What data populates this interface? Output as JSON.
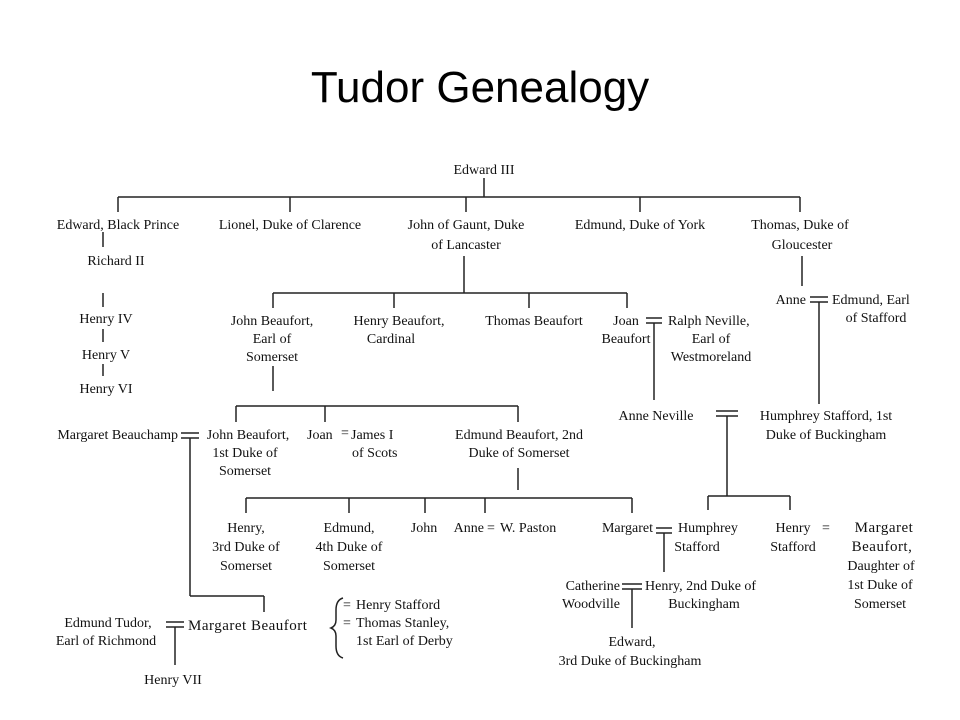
{
  "title": "Tudor Genealogy",
  "people": {
    "edward_iii": "Edward III",
    "black_prince_1": "Edward, Black Prince",
    "lionel": "Lionel, Duke of Clarence",
    "gaunt_1": "John of Gaunt, Duke",
    "gaunt_2": "of Lancaster",
    "edmund_york": "Edmund, Duke of York",
    "thomas_glou_1": "Thomas, Duke of",
    "thomas_glou_2": "Gloucester",
    "richard_ii": "Richard II",
    "henry_iv": "Henry IV",
    "henry_v": "Henry V",
    "henry_vi": "Henry VI",
    "john_beaufort_1": "John Beaufort,",
    "john_beaufort_2": "Earl of",
    "john_beaufort_3": "Somerset",
    "henry_beaufort_1": "Henry Beaufort,",
    "henry_beaufort_2": "Cardinal",
    "thomas_beaufort": "Thomas Beaufort",
    "joan_beaufort_1": "Joan",
    "joan_beaufort_2": "Beaufort",
    "ralph_neville_1": "Ralph Neville,",
    "ralph_neville_2": "Earl of",
    "ralph_neville_3": "Westmoreland",
    "anne_glou": "Anne",
    "edmund_stafford_1": "Edmund, Earl",
    "edmund_stafford_2": "of Stafford",
    "margaret_beauchamp": "Margaret Beauchamp",
    "john_beaufort_duke_1": "John Beaufort,",
    "john_beaufort_duke_2": "1st Duke of",
    "john_beaufort_duke_3": "Somerset",
    "joan_scots": "Joan",
    "james_i_1": "James I",
    "james_i_2": "of Scots",
    "edmund_beaufort_2nd_1": "Edmund Beaufort, 2nd",
    "edmund_beaufort_2nd_2": "Duke of Somerset",
    "anne_neville": "Anne Neville",
    "humphrey_stafford_1st_1": "Humphrey Stafford, 1st",
    "humphrey_stafford_1st_2": "Duke of Buckingham",
    "henry_3rd_1": "Henry,",
    "henry_3rd_2": "3rd Duke of",
    "henry_3rd_3": "Somerset",
    "edmund_4th_1": "Edmund,",
    "edmund_4th_2": "4th Duke of",
    "edmund_4th_3": "Somerset",
    "john_somerset": "John",
    "anne_paston": "Anne",
    "w_paston": "W. Paston",
    "margaret_somerset": "Margaret",
    "humphrey_stafford_1": "Humphrey",
    "humphrey_stafford_2": "Stafford",
    "henry_stafford_1": "Henry",
    "henry_stafford_2": "Stafford",
    "margaret_beaufort_r_1": "Margaret",
    "margaret_beaufort_r_2": "Beaufort,",
    "margaret_beaufort_r_3": "Daughter of",
    "margaret_beaufort_r_4": "1st Duke of",
    "margaret_beaufort_r_5": "Somerset",
    "catherine_1": "Catherine",
    "catherine_2": "Woodville",
    "henry_2nd_buck_1": "Henry, 2nd Duke of",
    "henry_2nd_buck_2": "Buckingham",
    "edmund_tudor_1": "Edmund Tudor,",
    "edmund_tudor_2": "Earl of Richmond",
    "margaret_beaufort": "Margaret Beaufort",
    "spouse_1": "Henry Stafford",
    "spouse_2": "Thomas Stanley,",
    "spouse_3": "1st Earl of Derby",
    "edward_3rd_buck_1": "Edward,",
    "edward_3rd_buck_2": "3rd Duke of Buckingham",
    "henry_vii": "Henry VII"
  },
  "marriage_symbol": "=",
  "spouse_marker": "="
}
